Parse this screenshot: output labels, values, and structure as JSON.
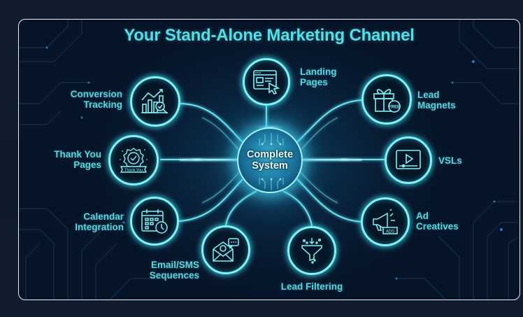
{
  "title": "Your Stand-Alone Marketing Channel",
  "center": {
    "line1": "Complete",
    "line2": "System",
    "icon": "circuit-chip-icon"
  },
  "nodes": [
    {
      "id": "landing-pages",
      "line1": "Landing",
      "line2": "Pages",
      "icon": "webpage-cursor-icon"
    },
    {
      "id": "conversion-tracking",
      "line1": "Conversion",
      "line2": "Tracking",
      "icon": "bar-chart-magnifier-icon"
    },
    {
      "id": "lead-magnets",
      "line1": "Lead",
      "line2": "Magnets",
      "icon": "gift-free-icon",
      "badge": "FREE"
    },
    {
      "id": "thank-you-pages",
      "line1": "Thank You",
      "line2": "Pages",
      "icon": "check-badge-ribbon-icon",
      "badge": "Thank You"
    },
    {
      "id": "vsls",
      "line1": "VSLs",
      "line2": "",
      "icon": "video-player-icon"
    },
    {
      "id": "calendar-integration",
      "line1": "Calendar",
      "line2": "Integration",
      "icon": "calendar-clock-icon"
    },
    {
      "id": "ad-creatives",
      "line1": "Ad",
      "line2": "Creatives",
      "icon": "megaphone-ads-icon",
      "badge": "ADS"
    },
    {
      "id": "email-sms-sequences",
      "line1": "Email/SMS",
      "line2": "Sequences",
      "icon": "envelope-chat-icon"
    },
    {
      "id": "lead-filtering",
      "line1": "Lead Filtering",
      "line2": "",
      "icon": "funnel-icon"
    }
  ],
  "colors": {
    "accent": "#52e0e8",
    "ring": "#7ff3f8",
    "background": "#061428",
    "page": "#121c2e",
    "border": "#e8edf4"
  }
}
